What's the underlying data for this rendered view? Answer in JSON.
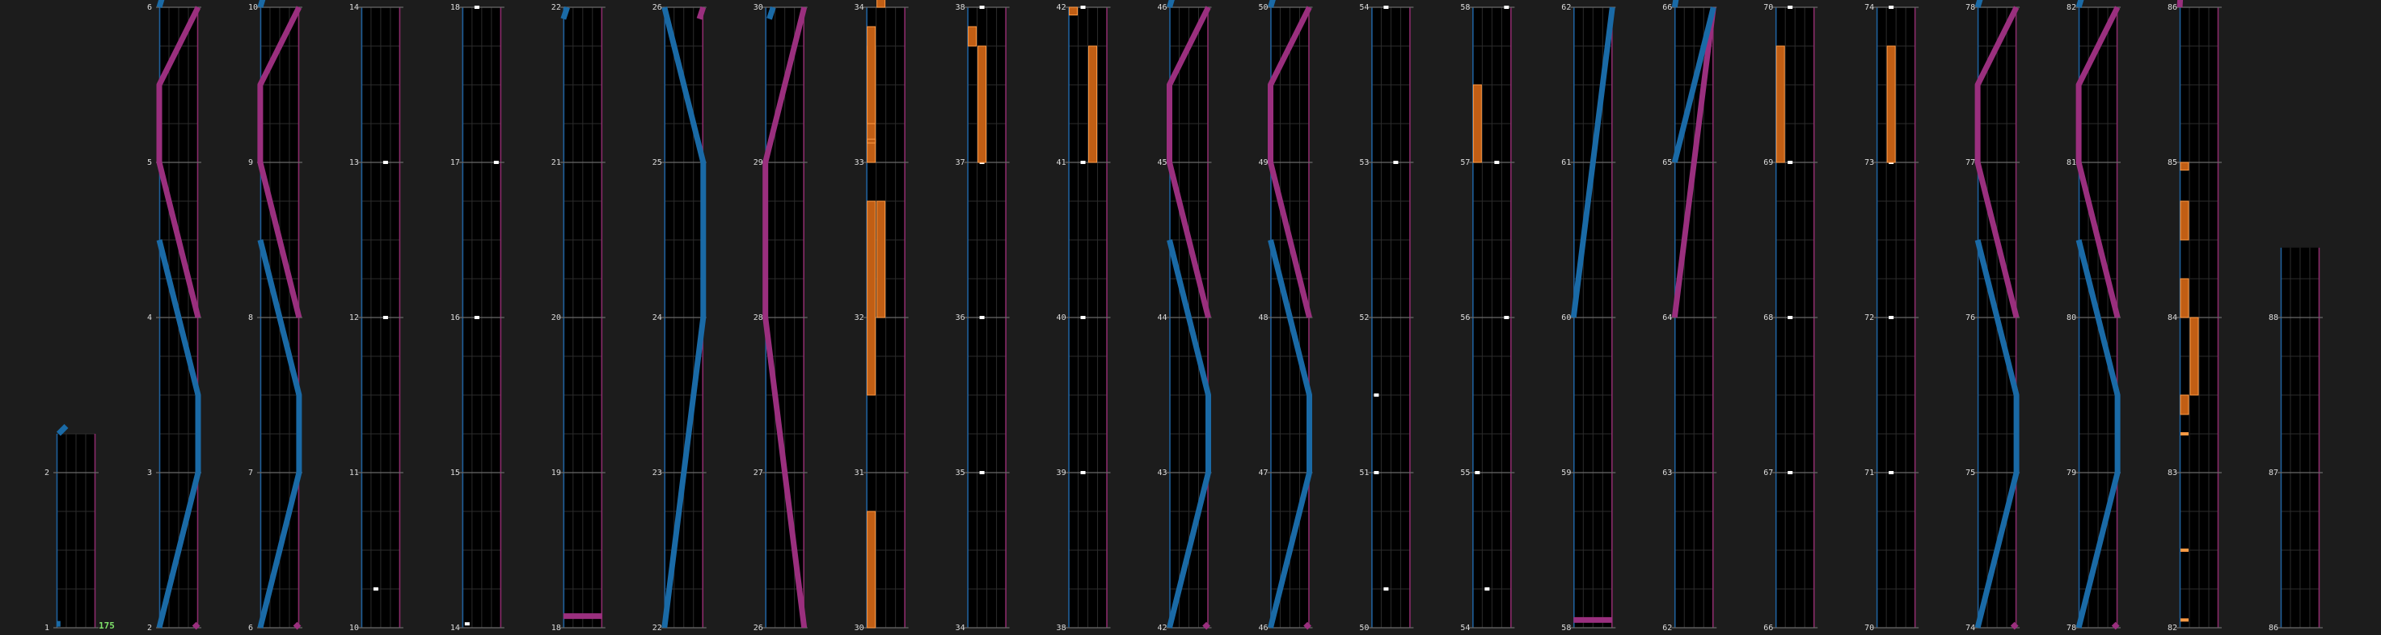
{
  "colors": {
    "background": "#1c1c1c",
    "lane": "#000000",
    "grid_major": "#6a6a6a",
    "grid_minor": "#2c2c2c",
    "left_edge": "#1f5f9a",
    "right_edge": "#8a2b6a",
    "blue_slide": "#1a6aa6",
    "pink_slide": "#9a2f7e",
    "hold": "#c15e14",
    "hold_edge": "#ff9a44",
    "tap": "#ffffff",
    "label": "#dddddd",
    "bpm": "#7fe06a"
  },
  "bpm_label": "175",
  "measure_numbers": [
    [
      "1",
      "2"
    ],
    [
      "2",
      "3",
      "4",
      "5",
      "6"
    ],
    [
      "6",
      "7",
      "8",
      "9",
      "10"
    ],
    [
      "10",
      "11",
      "12",
      "13",
      "14"
    ],
    [
      "14",
      "15",
      "16",
      "17",
      "18"
    ],
    [
      "18",
      "19",
      "20",
      "21",
      "22"
    ],
    [
      "22",
      "23",
      "24",
      "25",
      "26"
    ],
    [
      "26",
      "27",
      "28",
      "29",
      "30"
    ],
    [
      "30",
      "31",
      "32",
      "33",
      "34"
    ],
    [
      "34",
      "35",
      "36",
      "37",
      "38"
    ],
    [
      "38",
      "39",
      "40",
      "41",
      "42"
    ],
    [
      "42",
      "43",
      "44",
      "45",
      "46"
    ],
    [
      "46",
      "47",
      "48",
      "49",
      "50"
    ],
    [
      "50",
      "51",
      "52",
      "53",
      "54"
    ],
    [
      "54",
      "55",
      "56",
      "57",
      "58"
    ],
    [
      "58",
      "59",
      "60",
      "61",
      "62"
    ],
    [
      "62",
      "63",
      "64",
      "65",
      "66"
    ],
    [
      "66",
      "67",
      "68",
      "69",
      "70"
    ],
    [
      "70",
      "71",
      "72",
      "73",
      "74"
    ],
    [
      "74",
      "75",
      "76",
      "77",
      "78"
    ],
    [
      "78",
      "79",
      "80",
      "81",
      "82"
    ],
    [
      "82",
      "83",
      "84",
      "85",
      "86"
    ],
    [
      "86",
      "87",
      "88"
    ]
  ]
}
